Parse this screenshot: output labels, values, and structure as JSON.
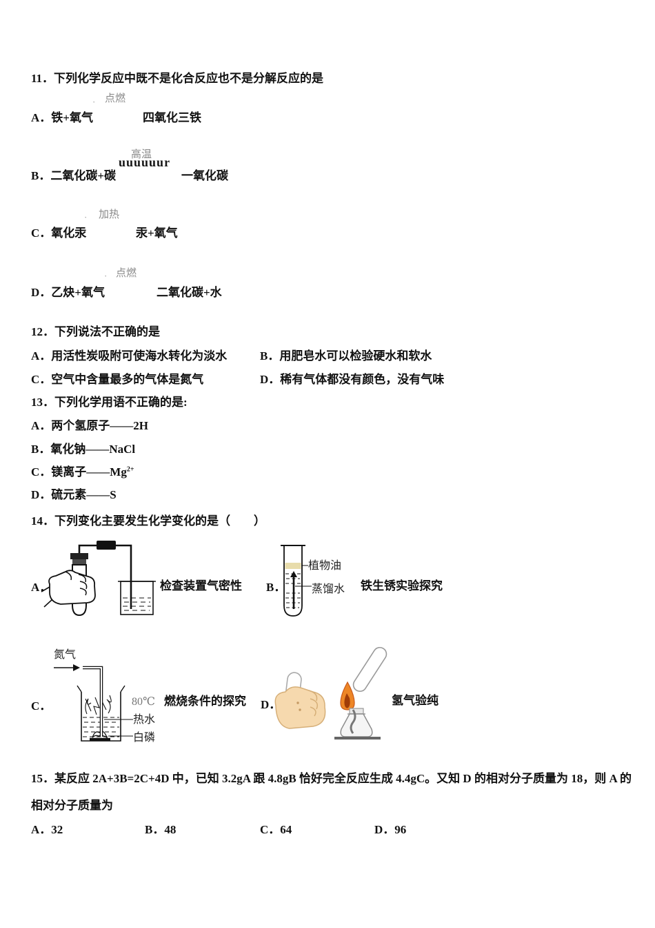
{
  "colors": {
    "text": "#111111",
    "condition_gray": "#8a8a8a",
    "oil_band": "#e8dcab",
    "flame_orange": "#ed8626",
    "flame_core": "#a03c08",
    "hand_skin": "#f6d9ae"
  },
  "q11": {
    "title": "11．下列化学反应中既不是化合反应也不是分解反应的是",
    "optA": {
      "left": "A．铁+氧气",
      "dot": "·",
      "condition": "点燃",
      "right": "四氧化三铁"
    },
    "optB": {
      "left": "B．二氧化碳+碳",
      "condition": "高温",
      "squiggle": "uuuuuur",
      "right": "一氧化碳"
    },
    "optC": {
      "left": "C．氧化汞",
      "dot": "·",
      "condition": "加热",
      "right": "汞+氧气"
    },
    "optD": {
      "left": "D．乙炔+氧气",
      "dot": "·",
      "condition": "点燃",
      "right": "二氧化碳+水"
    }
  },
  "q12": {
    "title": "12．下列说法不正确的是",
    "optA": "A．用活性炭吸附可使海水转化为淡水",
    "optB": "B．用肥皂水可以检验硬水和软水",
    "optC": "C．空气中含量最多的气体是氮气",
    "optD": "D．稀有气体都没有颜色，没有气味"
  },
  "q13": {
    "title": "13．下列化学用语不正确的是:",
    "optA": "A．两个氢原子——2H",
    "optB": "B．氧化钠——NaCl",
    "optC_main": "C．镁离子——Mg",
    "optC_sup": "2+",
    "optD": "D．硫元素——S"
  },
  "q14": {
    "title": "14．下列变化主要发生化学变化的是（　　）",
    "itemA": {
      "letter": "A．",
      "caption": "检查装置气密性"
    },
    "itemB": {
      "letter": "B．",
      "caption": "铁生锈实验探究",
      "label_oil": "植物油",
      "label_water": "蒸馏水"
    },
    "itemC": {
      "letter": "C．",
      "caption": "燃烧条件的探究",
      "label_gas": "氮气",
      "label_temp": "80℃",
      "label_hot_water": "热水",
      "label_phosphorus": "白磷"
    },
    "itemD": {
      "letter": "D．",
      "caption": "氢气验纯"
    }
  },
  "q15": {
    "line1": "15．某反应 2A+3B=2C+4D 中，已知 3.2gA 跟 4.8gB 恰好完全反应生成 4.4gC。又知 D 的相对分子质量为 18，则 A 的",
    "line2": "相对分子质量为",
    "optA": "A．32",
    "optB": "B．48",
    "optC": "C．64",
    "optD": "D．96"
  }
}
